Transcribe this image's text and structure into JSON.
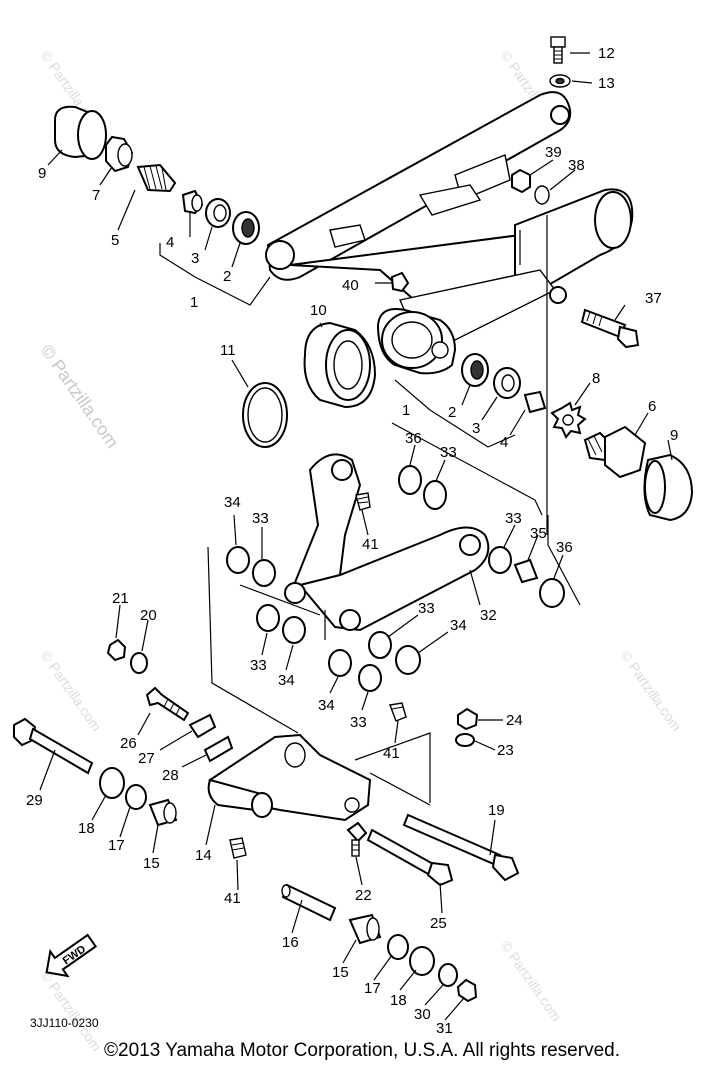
{
  "callouts": [
    {
      "id": "c12",
      "label": "12"
    },
    {
      "id": "c13",
      "label": "13"
    },
    {
      "id": "c9a",
      "label": "9"
    },
    {
      "id": "c7",
      "label": "7"
    },
    {
      "id": "c5",
      "label": "5"
    },
    {
      "id": "c4a",
      "label": "4"
    },
    {
      "id": "c3a",
      "label": "3"
    },
    {
      "id": "c2a",
      "label": "2"
    },
    {
      "id": "c1a",
      "label": "1"
    },
    {
      "id": "c39",
      "label": "39"
    },
    {
      "id": "c38",
      "label": "38"
    },
    {
      "id": "c40",
      "label": "40"
    },
    {
      "id": "c10",
      "label": "10"
    },
    {
      "id": "c11",
      "label": "11"
    },
    {
      "id": "c37",
      "label": "37"
    },
    {
      "id": "c8",
      "label": "8"
    },
    {
      "id": "c2b",
      "label": "2"
    },
    {
      "id": "c3b",
      "label": "3"
    },
    {
      "id": "c4b",
      "label": "4"
    },
    {
      "id": "c1b",
      "label": "1"
    },
    {
      "id": "c6",
      "label": "6"
    },
    {
      "id": "c9b",
      "label": "9"
    },
    {
      "id": "c36a",
      "label": "36"
    },
    {
      "id": "c33a",
      "label": "33"
    },
    {
      "id": "c41a",
      "label": "41"
    },
    {
      "id": "c34a",
      "label": "34"
    },
    {
      "id": "c33b",
      "label": "33"
    },
    {
      "id": "c33c",
      "label": "33"
    },
    {
      "id": "c35",
      "label": "35"
    },
    {
      "id": "c36b",
      "label": "36"
    },
    {
      "id": "c32",
      "label": "32"
    },
    {
      "id": "c21",
      "label": "21"
    },
    {
      "id": "c20",
      "label": "20"
    },
    {
      "id": "c33d",
      "label": "33"
    },
    {
      "id": "c34b",
      "label": "34"
    },
    {
      "id": "c33e",
      "label": "33"
    },
    {
      "id": "c34c",
      "label": "34"
    },
    {
      "id": "c34d",
      "label": "34"
    },
    {
      "id": "c33f",
      "label": "33"
    },
    {
      "id": "c24",
      "label": "24"
    },
    {
      "id": "c26",
      "label": "26"
    },
    {
      "id": "c27",
      "label": "27"
    },
    {
      "id": "c41b",
      "label": "41"
    },
    {
      "id": "c23",
      "label": "23"
    },
    {
      "id": "c28",
      "label": "28"
    },
    {
      "id": "c29",
      "label": "29"
    },
    {
      "id": "c18a",
      "label": "18"
    },
    {
      "id": "c17a",
      "label": "17"
    },
    {
      "id": "c15a",
      "label": "15"
    },
    {
      "id": "c14",
      "label": "14"
    },
    {
      "id": "c19",
      "label": "19"
    },
    {
      "id": "c41c",
      "label": "41"
    },
    {
      "id": "c22",
      "label": "22"
    },
    {
      "id": "c25",
      "label": "25"
    },
    {
      "id": "c16",
      "label": "16"
    },
    {
      "id": "c15b",
      "label": "15"
    },
    {
      "id": "c17b",
      "label": "17"
    },
    {
      "id": "c18b",
      "label": "18"
    },
    {
      "id": "c30",
      "label": "30"
    },
    {
      "id": "c31",
      "label": "31"
    }
  ],
  "fwd_label": "FWD",
  "diagram_code": "3JJ110-0230",
  "watermark": "© Partzilla.com",
  "copyright": "©2013  Yamaha Motor Corporation, U.S.A. All rights reserved."
}
